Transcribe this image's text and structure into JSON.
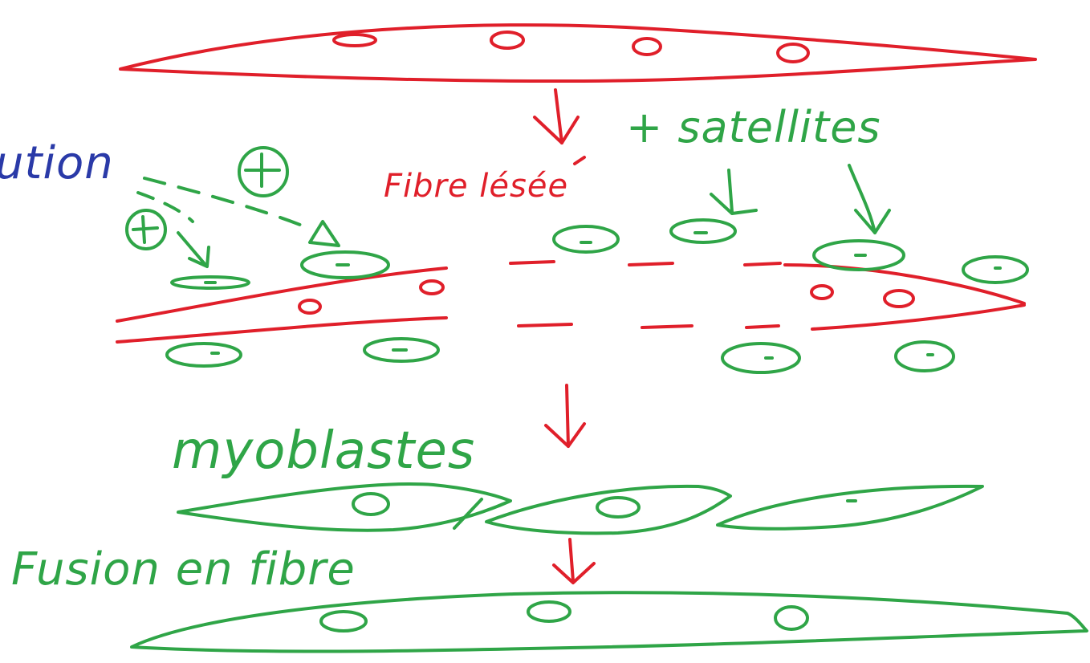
{
  "labels": {
    "left_word": "ution",
    "injured_fiber": "Fibre lésée",
    "satellite_cells": "+ satellites",
    "myoblasts": "myoblastes",
    "fusion": "Fusion en fibre"
  },
  "colors": {
    "healthy_fiber": "#e01f2a",
    "satellite": "#2fa547",
    "left_word": "#2a3aa8",
    "background": "#ffffff"
  }
}
